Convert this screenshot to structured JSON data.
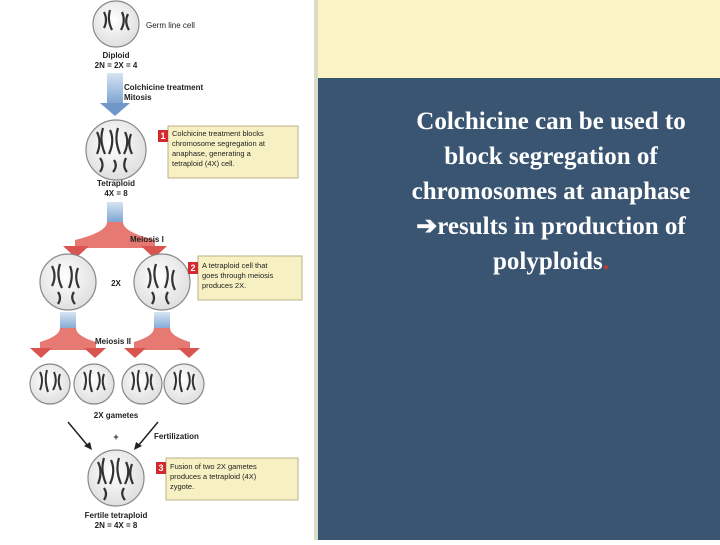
{
  "figure": {
    "germ_line_cell": "Germ line cell",
    "diploid": "Diploid",
    "diploid_formula": "2N = 2X = 4",
    "colchicine_treatment": "Colchicine treatment",
    "mitosis": "Mitosis",
    "tetraploid": "Tetraploid",
    "tetraploid_formula": "4X = 8",
    "meiosis_1": "Meiosis I",
    "label_2x": "2X",
    "meiosis_2": "Meiosis II",
    "gametes_2x": "2X gametes",
    "plus": "+",
    "fertilization": "Fertilization",
    "fertile_tetraploid": "Fertile tetraploid",
    "fertile_formula": "2N = 4X = 8",
    "callouts": [
      {
        "number": "1",
        "lines": [
          "Colchicine treatment blocks",
          "chromosome segregation at",
          "anaphase, generating a",
          "tetraploid (4X) cell."
        ]
      },
      {
        "number": "2",
        "lines": [
          "A tetraploid cell that",
          "goes through meiosis",
          "produces 2X."
        ]
      },
      {
        "number": "3",
        "lines": [
          "Fusion of two 2X gametes",
          "produces a tetraploid (4X)",
          "zygote."
        ]
      }
    ]
  },
  "caption": {
    "text": "Colchicine can be used to block segregation of chromosomes at anaphase ",
    "arrow": "➔",
    "text_after_arrow": "results in production of polyploids",
    "end_mark": "."
  },
  "colors": {
    "content_panel": "#3a5572",
    "top_band": "#fbf3c6",
    "callout_fill": "#f6f0c2",
    "badge": "#d3282d",
    "arrow_blue": "#8fb0d6",
    "arrow_red": "#d9534f",
    "cell": "#f3f3f3"
  }
}
